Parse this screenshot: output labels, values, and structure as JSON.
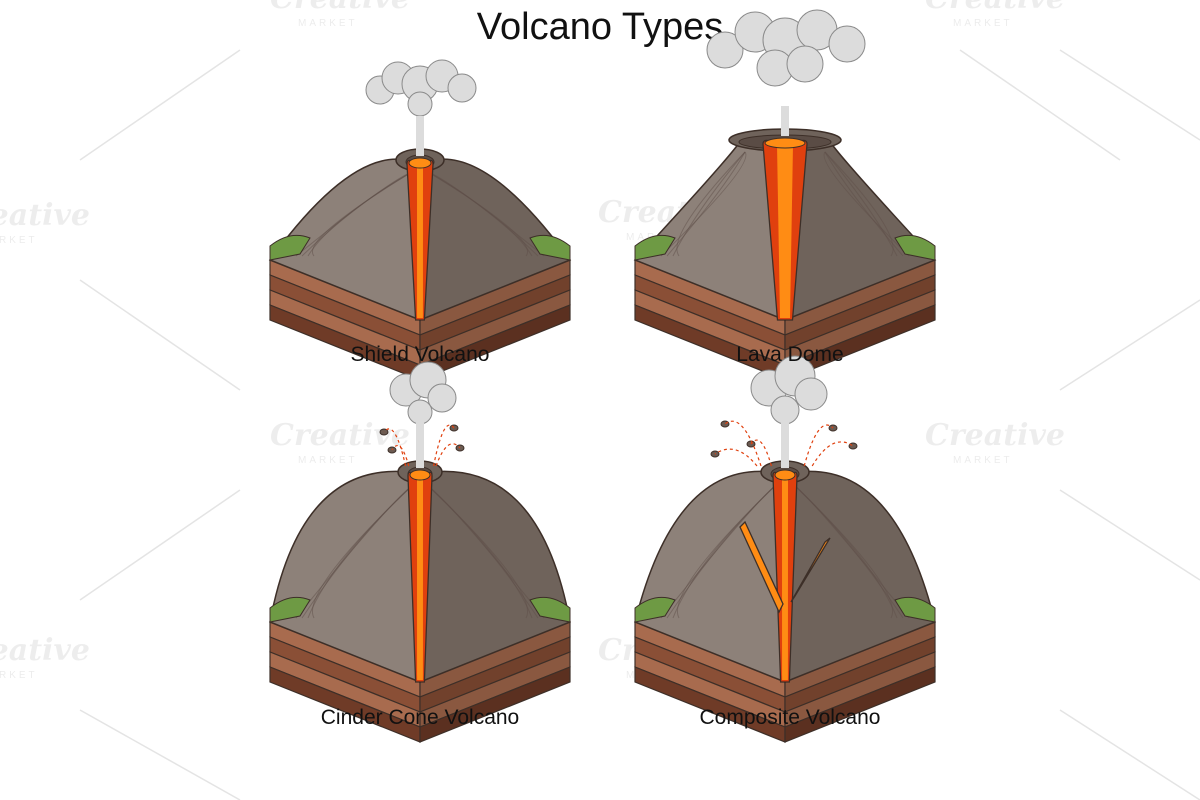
{
  "title": "Volcano Types",
  "watermark": {
    "brand": "Creative",
    "sub": "MARKET"
  },
  "volcanoes": [
    {
      "name": "Shield Volcano"
    },
    {
      "name": "Lava Dome"
    },
    {
      "name": "Cinder Cone Volcano"
    },
    {
      "name": "Composite Volcano"
    }
  ],
  "colors": {
    "slope": "#8d8179",
    "slope_dark": "#6f635b",
    "grass": "#6e9a44",
    "lava": "#ff8c14",
    "lava_dark": "#e0400e",
    "smoke": "#dcdcdc",
    "layer_1": "#a86b4e",
    "layer_2": "#8a4f36",
    "layer_3": "#6f3b27"
  }
}
